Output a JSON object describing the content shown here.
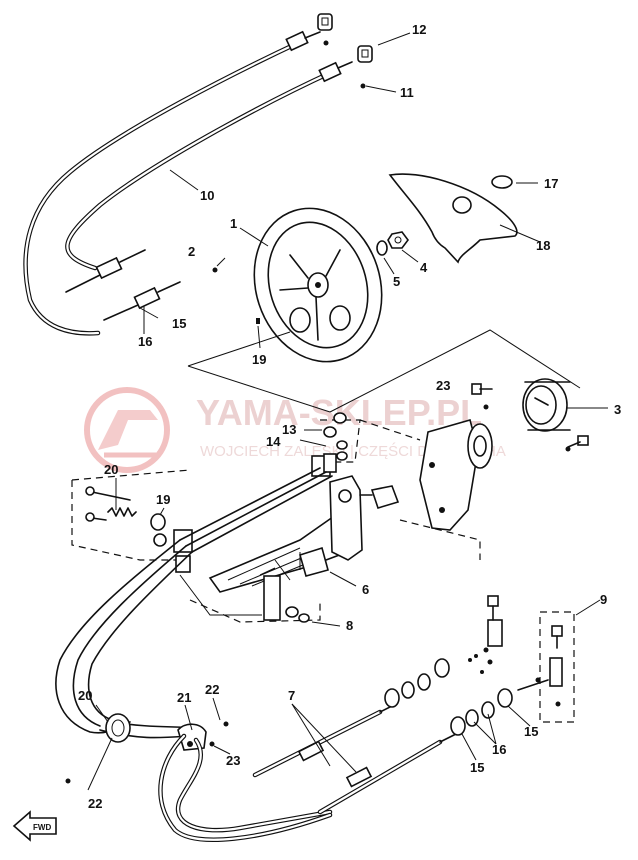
{
  "diagram": {
    "watermark": {
      "name": "YAMA-SKLEP.PL",
      "subtitle": "WOJCIECH ZALESKI | CZĘŚCI DO YAMAHA"
    },
    "fwd_label": "FWD",
    "callouts": {
      "c1": "1",
      "c2": "2",
      "c3": "3",
      "c4": "4",
      "c5": "5",
      "c6": "6",
      "c7": "7",
      "c8": "8",
      "c9": "9",
      "c10": "10",
      "c11": "11",
      "c12": "12",
      "c13": "13",
      "c14": "14",
      "c15a": "15",
      "c15b": "15",
      "c15c": "15",
      "c16a": "16",
      "c16b": "16",
      "c17": "17",
      "c18": "18",
      "c19a": "19",
      "c19b": "19",
      "c20a": "20",
      "c20b": "20",
      "c21": "21",
      "c22a": "22",
      "c22b": "22",
      "c23a": "23",
      "c23b": "23"
    }
  }
}
